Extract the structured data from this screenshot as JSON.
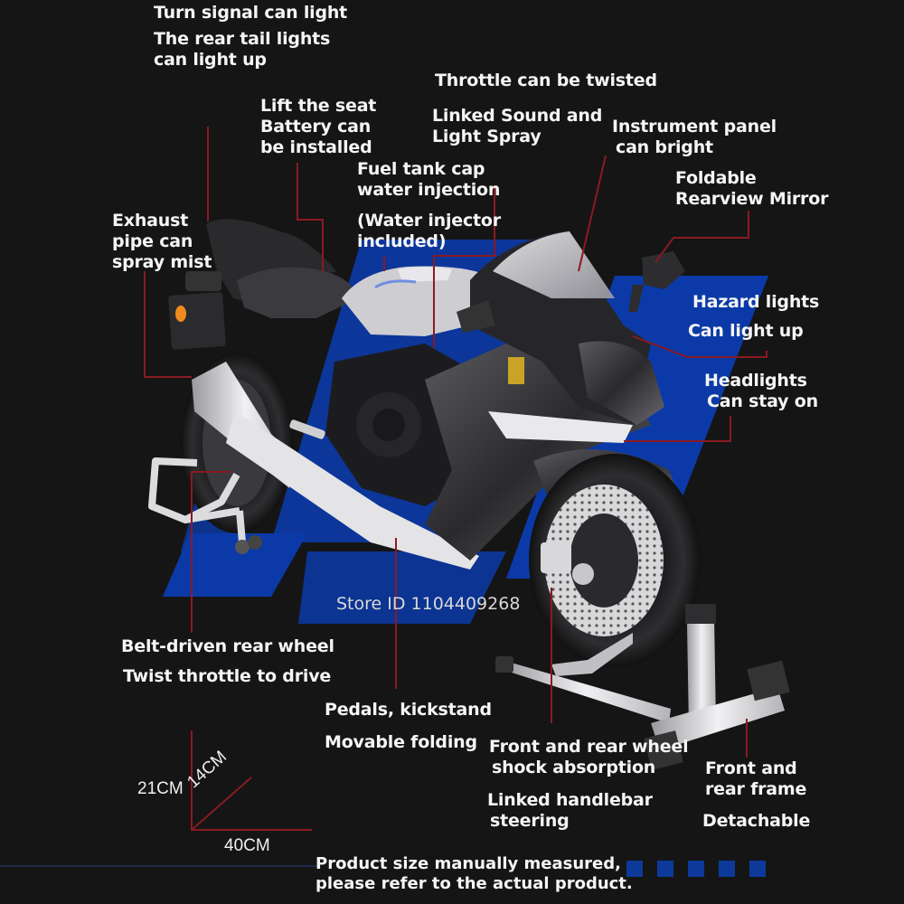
{
  "colors": {
    "background": "#151515",
    "accent_blue": "#0b3aa8",
    "leader_line": "#8a1a22",
    "text": "#f5f5f5"
  },
  "labels": {
    "turn_signal": "Turn signal can light",
    "rear_tail": [
      "The rear tail lights",
      "can light up"
    ],
    "throttle_twist": "Throttle can be twisted",
    "seat": [
      "Lift the seat",
      "Battery can",
      "be installed"
    ],
    "sound_spray": [
      "Linked Sound and",
      "Light Spray"
    ],
    "instrument": [
      "Instrument panel",
      "can bright"
    ],
    "fuel_tank": [
      "Fuel tank cap",
      "water injection"
    ],
    "water_injector": [
      "(Water injector",
      "included)"
    ],
    "mirror": [
      "Foldable",
      "Rearview Mirror"
    ],
    "exhaust": [
      "Exhaust",
      "pipe can",
      "spray mist"
    ],
    "hazard": [
      "Hazard lights",
      "Can light up"
    ],
    "headlights": [
      "Headlights",
      "Can stay on"
    ],
    "rear_wheel": [
      "Belt-driven rear wheel",
      "Twist throttle to drive"
    ],
    "pedals": [
      "Pedals, kickstand",
      "Movable folding"
    ],
    "shock": [
      "Front and rear wheel",
      "shock absorption"
    ],
    "steering": [
      "Linked handlebar",
      "steering"
    ],
    "frame": [
      "Front and",
      "rear frame"
    ],
    "detachable": "Detachable"
  },
  "store_id": "Store ID 1104409268",
  "dimensions": {
    "height": "21CM",
    "width": "14CM",
    "length": "40CM"
  },
  "note": [
    "Product size manually measured,",
    "please refer to the actual product."
  ],
  "decor_squares": 5
}
